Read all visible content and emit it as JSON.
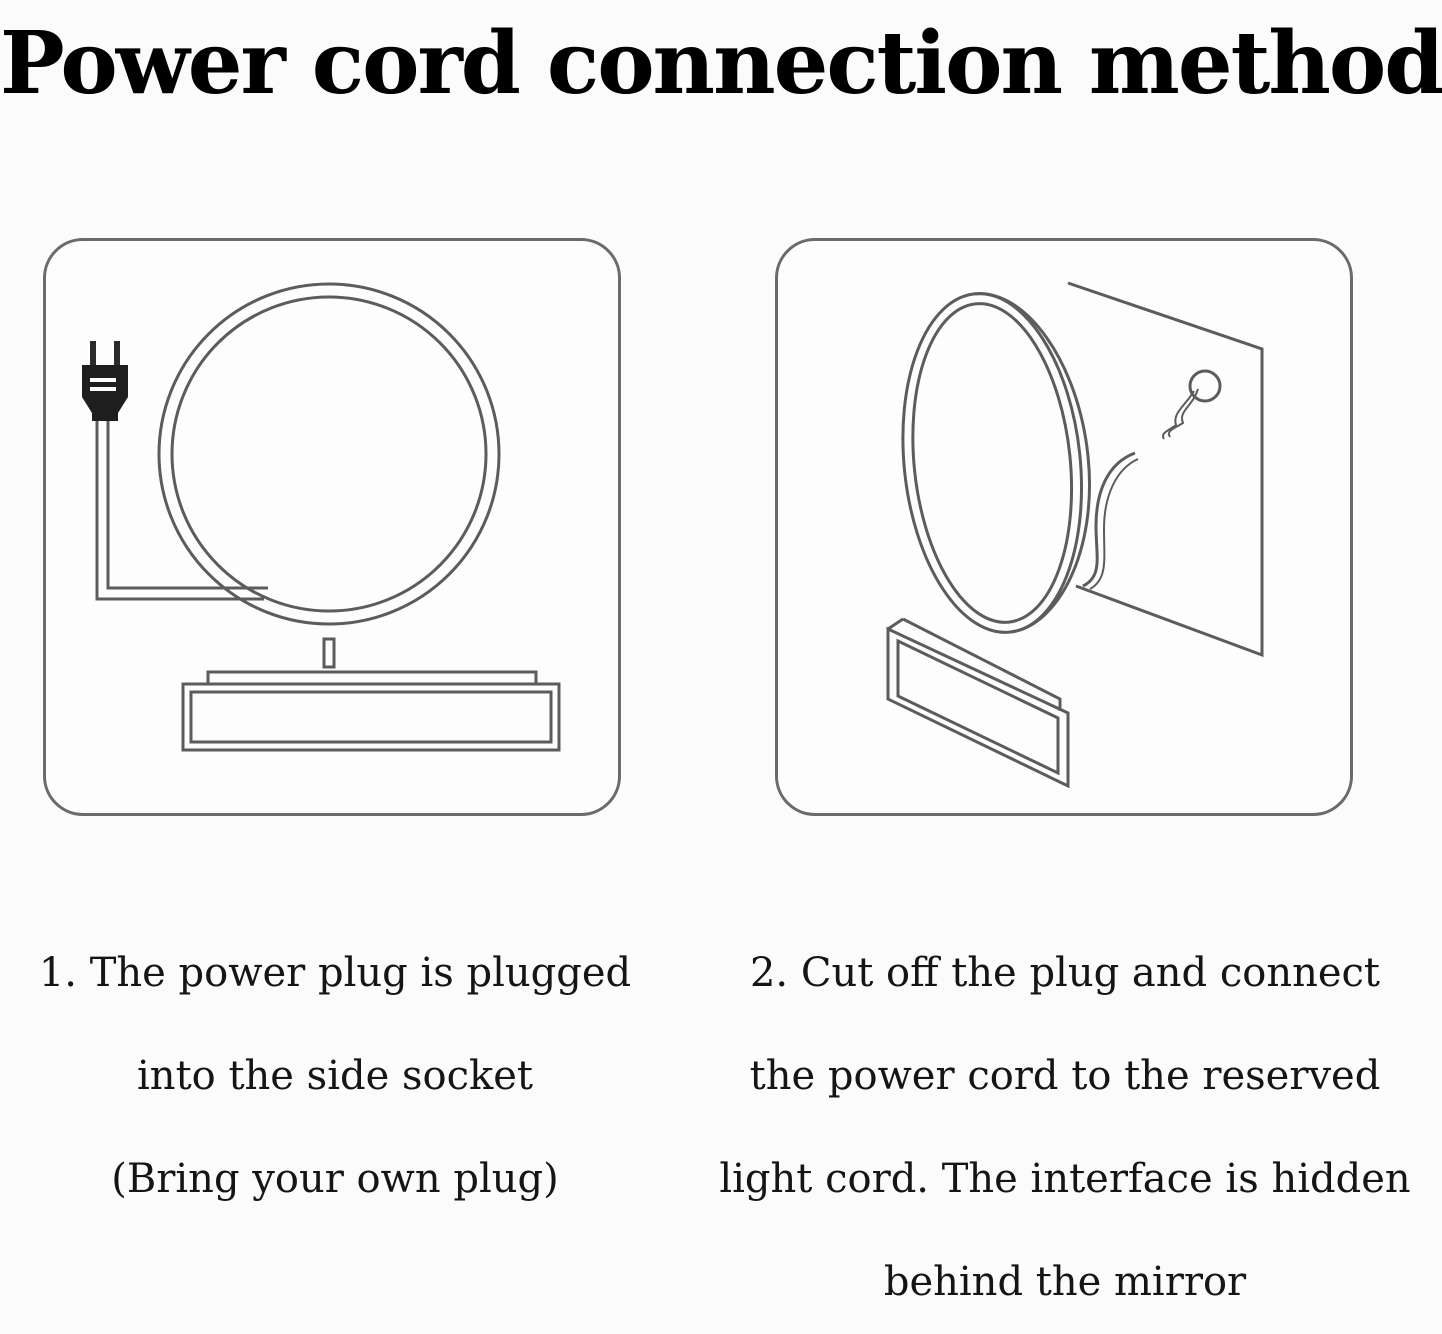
{
  "title": "Power cord connection method",
  "steps": [
    {
      "illustration": "mirror-with-plug-icon",
      "caption_lines": [
        "1. The power plug is plugged",
        "into the side socket",
        "(Bring your own plug)"
      ]
    },
    {
      "illustration": "mirror-wall-mount-icon",
      "caption_lines": [
        "2. Cut off the plug and connect",
        "the power cord to the reserved",
        "light cord. The interface is hidden",
        "behind the mirror"
      ]
    }
  ],
  "colors": {
    "background": "#fbfbfb",
    "line": "#6b6b6b",
    "text": "#151515"
  }
}
